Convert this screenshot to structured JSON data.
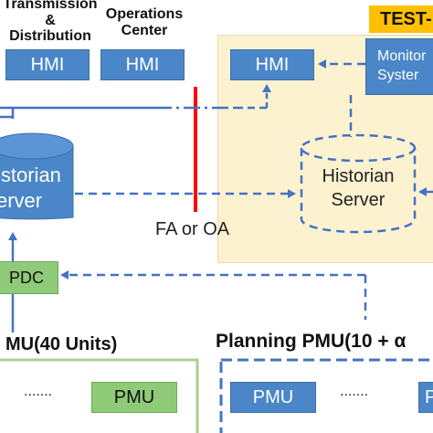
{
  "top_labels": {
    "transmission": "Transmission\n&\nDistribution",
    "operations": "Operations\nCenter",
    "test": "TEST-"
  },
  "hmi": {
    "left": "HMI",
    "center": "HMI",
    "right": "HMI"
  },
  "monitor": "Monitor\nSyster",
  "historian_left": "istorian\nerver",
  "historian_right": "Historian\nServer",
  "fa_label": "FA or OA",
  "pdc_label": "PDC",
  "pmu40_label": "MU(40 Units)",
  "planning_label": "Planning PMU(10 + α",
  "pmu_labels": {
    "left_green": "PMU",
    "planning_1": "PMU",
    "planning_2": "P"
  },
  "ellipsis_left": ".......",
  "ellipsis_right": ".......",
  "colors": {
    "blue": "#4a86c8",
    "dash": "#3d6fa8",
    "red": "#ff0000",
    "beige": "#fdf2d0",
    "yellow": "#ffc000",
    "green": "#8fca78",
    "green_border": "#a9d08e"
  }
}
